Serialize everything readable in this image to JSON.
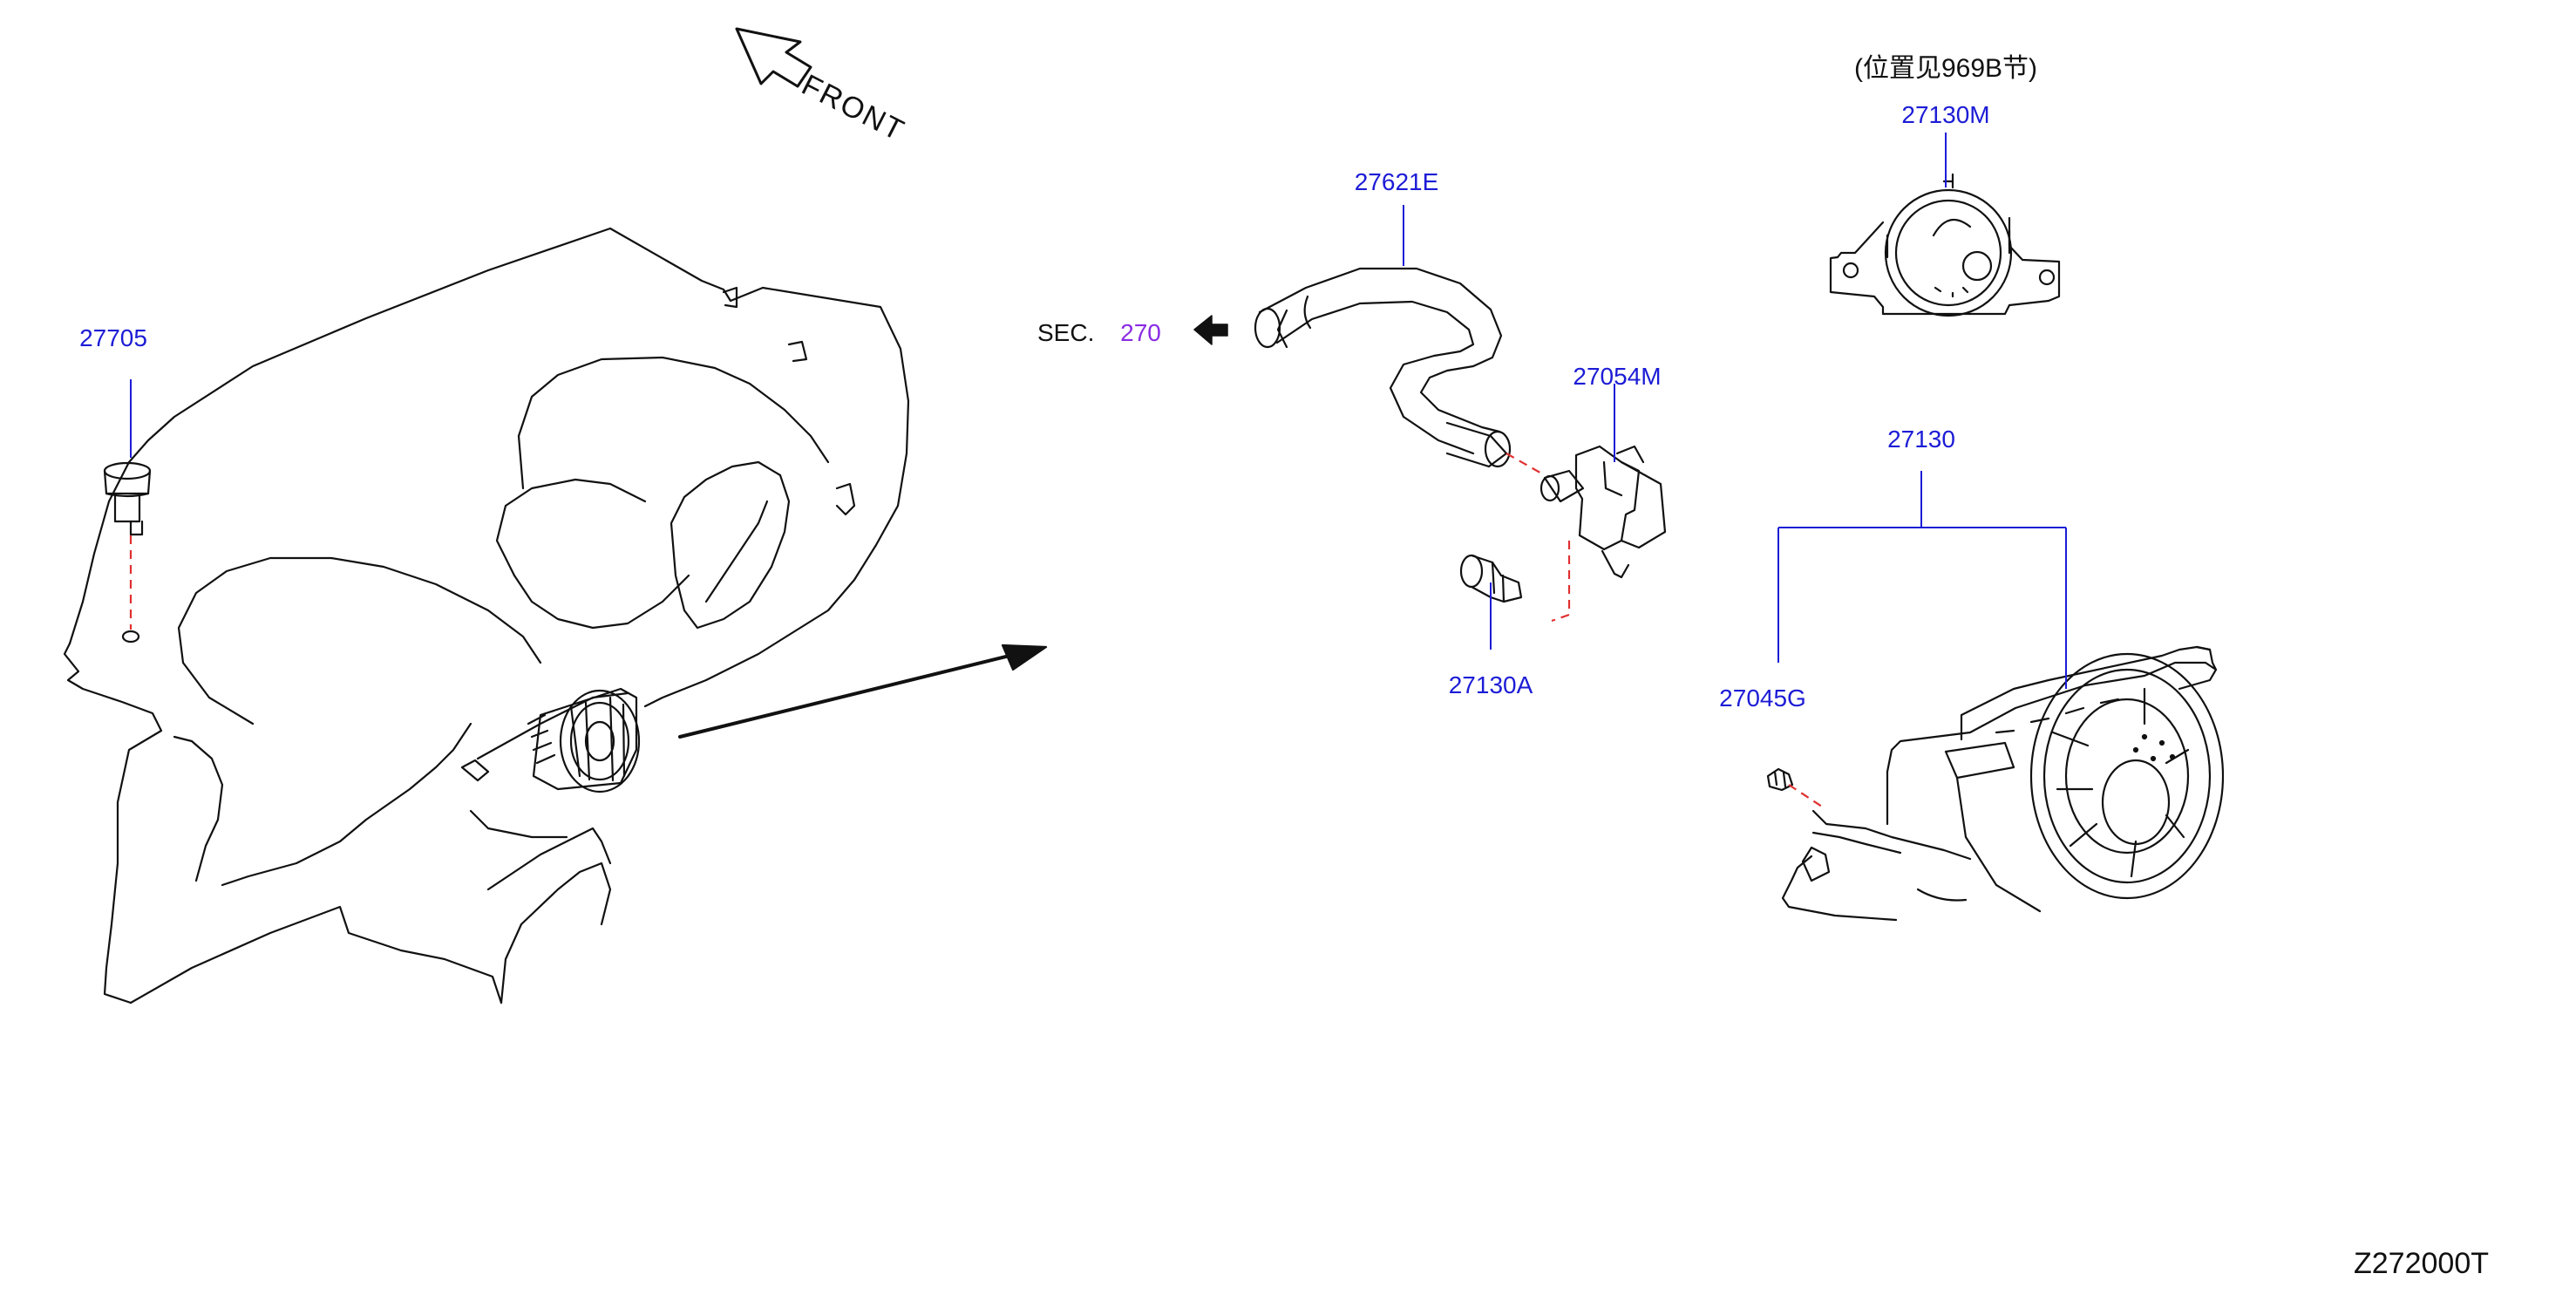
{
  "front_label": "FRONT",
  "section_ref": {
    "prefix": "SEC.",
    "number": "270"
  },
  "location_note": "(位置见969B节)",
  "doc_id": "Z272000T",
  "parts": [
    {
      "id": "27705"
    },
    {
      "id": "27621E"
    },
    {
      "id": "27054M"
    },
    {
      "id": "27130A"
    },
    {
      "id": "27130M"
    },
    {
      "id": "27130"
    },
    {
      "id": "27045G"
    }
  ],
  "colors": {
    "part_label": "#1c1cd6",
    "section_link": "#8a2be2",
    "line_art": "#111111",
    "leader_line": "#1c1cd6",
    "dash_line": "#e03030"
  }
}
